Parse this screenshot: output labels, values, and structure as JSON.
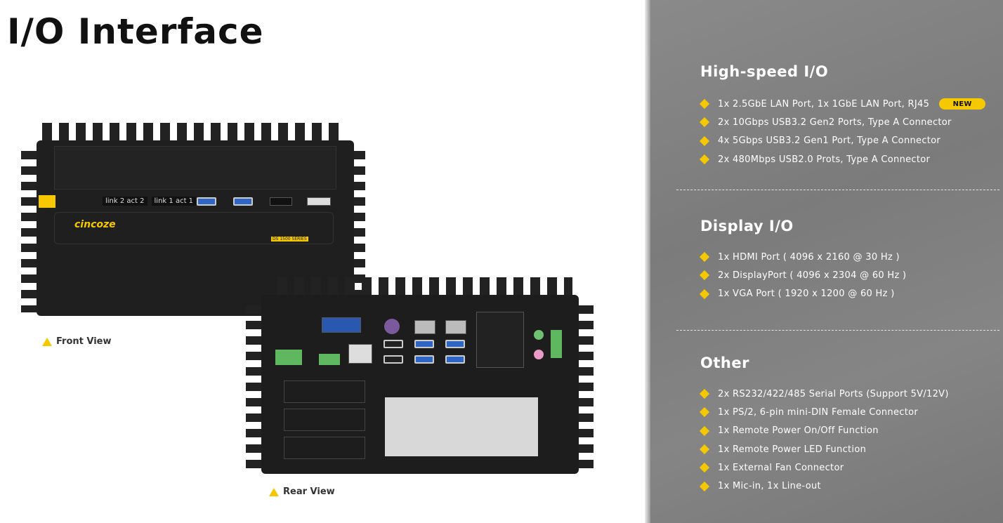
{
  "page": {
    "title": "I/O Interface"
  },
  "images": {
    "front": {
      "caption": "Front View",
      "brand": "cincoze",
      "series": "DS 1500 SERIES",
      "port_labels": [
        "link 2",
        "act 2",
        "link 1",
        "act 1"
      ]
    },
    "rear": {
      "caption": "Rear View"
    }
  },
  "sections": [
    {
      "heading": "High-speed I/O",
      "items": [
        "1x 2.5GbE LAN Port, 1x 1GbE LAN Port, RJ45",
        "2x 10Gbps USB3.2 Gen2 Ports, Type A Connector",
        "4x 5Gbps USB3.2 Gen1 Port, Type A Connector",
        "2x 480Mbps USB2.0 Prots, Type A Connector"
      ],
      "badge": "NEW"
    },
    {
      "heading": "Display I/O",
      "items": [
        "1x HDMI Port ( 4096 x 2160 @ 30 Hz )",
        "2x DisplayPort ( 4096 x 2304 @ 60 Hz )",
        "1x VGA Port ( 1920 x 1200 @ 60 Hz )"
      ]
    },
    {
      "heading": "Other",
      "items": [
        "2x RS232/422/485 Serial Ports (Support 5V/12V)",
        "1x PS/2, 6-pin mini-DIN Female Connector",
        "1x Remote Power On/Off Function",
        "1x Remote Power LED Function",
        "1x External Fan Connector",
        "1x Mic-in, 1x Line-out"
      ]
    }
  ],
  "colors": {
    "accent": "#f5c800",
    "panel": "#808080"
  }
}
